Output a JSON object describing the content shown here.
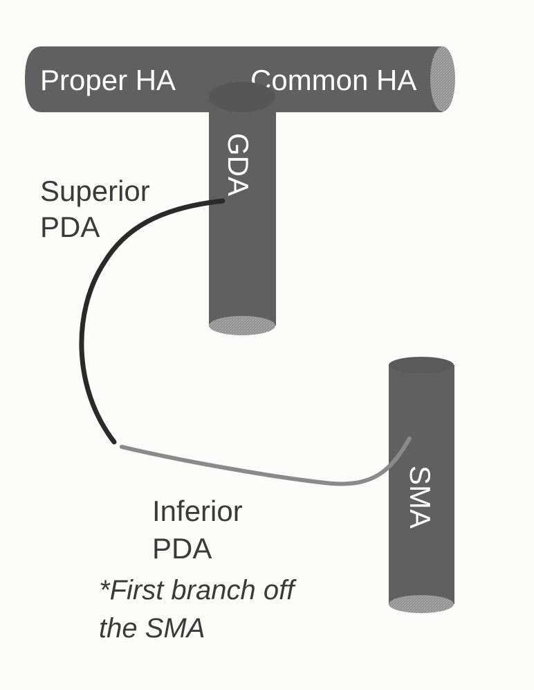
{
  "vessels": {
    "proper_ha": "Proper HA",
    "common_ha": "Common HA",
    "gda": "GDA",
    "sma": "SMA"
  },
  "branches": {
    "superior_pda": {
      "line1": "Superior",
      "line2": "PDA",
      "color": "#2a2a2a"
    },
    "inferior_pda": {
      "line1": "Inferior",
      "line2": "PDA",
      "color": "#8a8a8a"
    }
  },
  "note": {
    "line1": "*First branch off",
    "line2": "the SMA"
  },
  "colors": {
    "vessel_fill": "#5f5f5f",
    "vessel_end": "#9a9a9a",
    "background": "#fcfcfa"
  }
}
